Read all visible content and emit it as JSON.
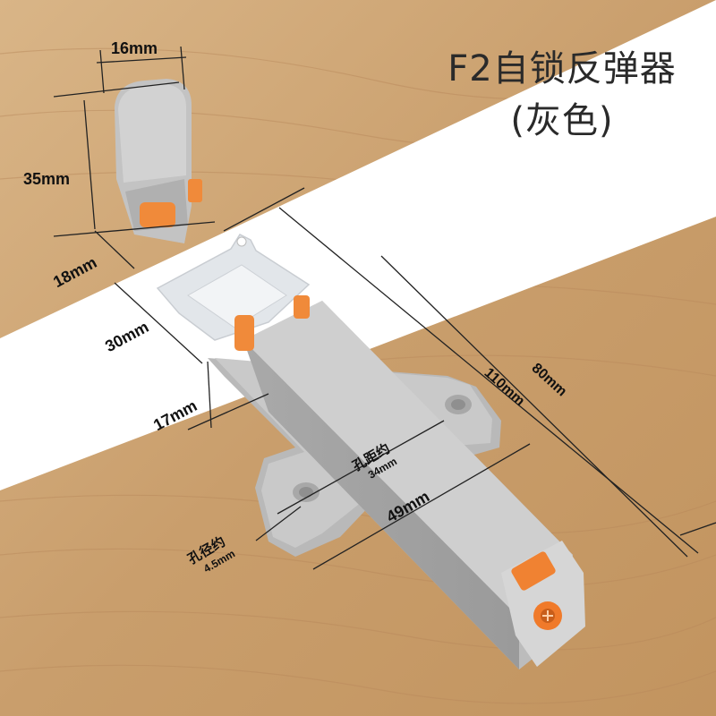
{
  "product": {
    "title": "F2自锁反弹器",
    "color_variant": "(灰色)"
  },
  "dimensions": {
    "width": "16mm",
    "height": "35mm",
    "d18": "18mm",
    "d30": "30mm",
    "d17": "17mm",
    "length_80": "80mm",
    "length_110": "110mm",
    "length_49": "49mm",
    "hole_spacing_label": "孔距约",
    "hole_spacing_value": "34mm",
    "hole_diameter_label": "孔径约",
    "hole_diameter_value": "4.5mm"
  },
  "colors": {
    "wood": "#c9a173",
    "body_gray": "#bdbdbd",
    "accent_orange": "#f0782a"
  }
}
